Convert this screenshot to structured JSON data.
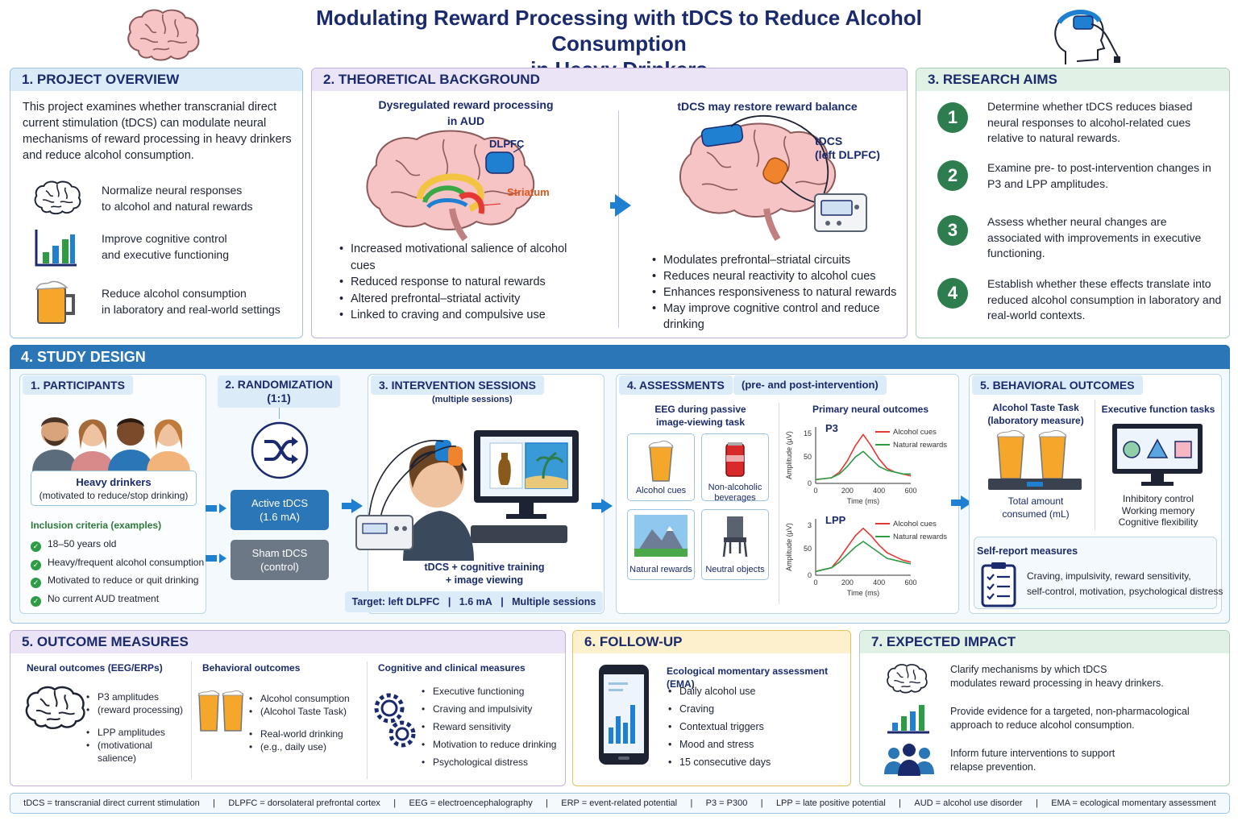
{
  "title_line1": "Modulating Reward Processing with tDCS to Reduce Alcohol Consumption",
  "title_line2": "in Heavy Drinkers",
  "overview": {
    "heading": "1.  PROJECT OVERVIEW",
    "intro": "This project examines whether transcranial direct current stimulation (tDCS) can modulate neural mechanisms of reward processing in heavy drinkers and reduce alcohol consumption.",
    "items": [
      {
        "line1": "Normalize neural responses",
        "line2": "to alcohol and natural rewards",
        "icon": "brain-icon"
      },
      {
        "line1": "Improve cognitive control",
        "line2": "and executive functioning",
        "icon": "bar-chart-icon"
      },
      {
        "line1": "Reduce alcohol consumption",
        "line2": "in laboratory and real-world settings",
        "icon": "beer-mug-icon"
      }
    ]
  },
  "background": {
    "heading": "2.  THEORETICAL BACKGROUND",
    "left_title": "Dysregulated reward processing in AUD",
    "dlpfc_label": "DLPFC",
    "striatum_label": "Striatum",
    "left_bullets": [
      "Increased motivational salience of alcohol cues",
      "Reduced response to natural rewards",
      "Altered prefrontal–striatal activity",
      "Linked to craving and compulsive use"
    ],
    "right_title": "tDCS may restore reward balance",
    "tdcs_label_1": "tDCS",
    "tdcs_label_2": "(left DLPFC)",
    "right_bullets": [
      "Modulates prefrontal–striatal circuits",
      "Reduces neural reactivity to alcohol cues",
      "Enhances responsiveness to natural rewards",
      "May improve cognitive control and reduce drinking"
    ]
  },
  "aims": {
    "heading": "3.  RESEARCH AIMS",
    "items": [
      {
        "num": "1",
        "text": "Determine whether tDCS reduces biased neural responses to alcohol-related cues relative to natural rewards."
      },
      {
        "num": "2",
        "text": "Examine pre- to post-intervention changes in P3 and LPP amplitudes."
      },
      {
        "num": "3",
        "text": "Assess whether neural changes are associated with improvements in executive functioning."
      },
      {
        "num": "4",
        "text": "Establish whether these effects translate into reduced alcohol consumption in laboratory and real-world contexts."
      }
    ]
  },
  "design": {
    "heading": "4.  STUDY DESIGN",
    "participants": {
      "heading": "1.  PARTICIPANTS",
      "label1": "Heavy drinkers",
      "label2": "(motivated to reduce/stop drinking)",
      "criteria_title": "Inclusion criteria (examples)",
      "criteria": [
        "18–50 years old",
        "Heavy/frequent alcohol consumption",
        "Motivated to reduce or quit drinking",
        "No current AUD treatment"
      ]
    },
    "randomization": {
      "heading1": "2.  RANDOMIZATION",
      "heading2": "(1:1)",
      "active1": "Active tDCS",
      "active2": "(1.6 mA)",
      "sham1": "Sham tDCS",
      "sham2": "(control)"
    },
    "intervention": {
      "heading": "3.  INTERVENTION SESSIONS",
      "subheading": "(multiple sessions)",
      "caption1": "tDCS + cognitive training",
      "caption2": "+ image viewing",
      "target": "Target: left DLPFC",
      "current": "1.6 mA",
      "sessions": "Multiple sessions",
      "separator": "|"
    },
    "assessments": {
      "heading": "4.  ASSESSMENTS",
      "heading_note": "(pre- and post-intervention)",
      "eeg_title1": "EEG during passive",
      "eeg_title2": "image-viewing task",
      "cards": [
        "Alcohol cues",
        "Non-alcoholic beverages",
        "Natural rewards",
        "Neutral objects"
      ],
      "neural_title": "Primary neural outcomes"
    },
    "behavioral": {
      "heading": "5.  BEHAVIORAL OUTCOMES",
      "taste_title1": "Alcohol Taste Task",
      "taste_title2": "(laboratory measure)",
      "taste_caption1": "Total amount",
      "taste_caption2": "consumed (mL)",
      "exec_title": "Executive function tasks",
      "exec_items": [
        "Inhibitory control",
        "Working memory",
        "Cognitive flexibility"
      ],
      "self_title": "Self-report measures",
      "self_text1": "Craving, impulsivity, reward sensitivity,",
      "self_text2": "self-control, motivation, psychological distress"
    }
  },
  "chart_data": [
    {
      "type": "line",
      "title": "P3",
      "ylabel": "Amplitude (µV)",
      "xlabel": "Time (ms)",
      "xticks": [
        "0",
        "200",
        "400",
        "600"
      ],
      "yticks": [
        "15",
        "50",
        "0"
      ],
      "xlim": [
        0,
        600
      ],
      "ylim": [
        0,
        15
      ],
      "grid": false,
      "legend": "top-right",
      "series": [
        {
          "name": "Alcohol cues",
          "color": "#e53935",
          "x": [
            0,
            100,
            150,
            200,
            250,
            300,
            350,
            400,
            450,
            500,
            550,
            600
          ],
          "y": [
            1,
            1.5,
            3,
            6,
            10,
            13,
            10,
            6.5,
            4,
            3,
            2.5,
            2
          ]
        },
        {
          "name": "Natural rewards",
          "color": "#2e9b45",
          "x": [
            0,
            100,
            150,
            200,
            250,
            300,
            350,
            400,
            450,
            500,
            550,
            600
          ],
          "y": [
            1,
            1.5,
            2.5,
            4.5,
            7,
            8.5,
            6.5,
            4.5,
            3.5,
            3,
            2.5,
            2.5
          ]
        }
      ]
    },
    {
      "type": "line",
      "title": "LPP",
      "ylabel": "Amplitude (µV)",
      "xlabel": "Time (ms)",
      "xticks": [
        "0",
        "200",
        "400",
        "600"
      ],
      "yticks": [
        "3",
        "50",
        "0"
      ],
      "xlim": [
        0,
        600
      ],
      "ylim": [
        0,
        3
      ],
      "grid": false,
      "legend": "top-right",
      "series": [
        {
          "name": "Alcohol cues",
          "color": "#e53935",
          "x": [
            0,
            100,
            150,
            200,
            250,
            300,
            350,
            400,
            450,
            500,
            550,
            600
          ],
          "y": [
            0.2,
            0.4,
            0.9,
            1.5,
            2.1,
            2.5,
            2.1,
            1.6,
            1.2,
            1.0,
            0.8,
            0.7
          ]
        },
        {
          "name": "Natural rewards",
          "color": "#2e9b45",
          "x": [
            0,
            100,
            150,
            200,
            250,
            300,
            350,
            400,
            450,
            500,
            550,
            600
          ],
          "y": [
            0.2,
            0.4,
            0.7,
            1.1,
            1.5,
            1.8,
            1.5,
            1.2,
            0.9,
            0.8,
            0.7,
            0.6
          ]
        }
      ]
    }
  ],
  "outcomes": {
    "heading": "5.  OUTCOME MEASURES",
    "neural_title": "Neural outcomes (EEG/ERPs)",
    "neural_items": [
      [
        "P3 amplitudes",
        "(reward processing)"
      ],
      [
        "LPP amplitudes",
        "(motivational salience)"
      ]
    ],
    "behav_title": "Behavioral outcomes",
    "behav_items": [
      [
        "Alcohol consumption",
        "(Alcohol Taste Task)"
      ],
      [
        "Real-world drinking",
        "(e.g., daily use)"
      ]
    ],
    "clinical_title": "Cognitive and clinical measures",
    "clinical_items": [
      "Executive functioning",
      "Craving and impulsivity",
      "Reward sensitivity",
      "Motivation to reduce drinking",
      "Psychological distress"
    ]
  },
  "followup": {
    "heading": "6.  FOLLOW-UP",
    "ema_title": "Ecological momentary assessment (EMA)",
    "items": [
      "Daily alcohol use",
      "Craving",
      "Contextual triggers",
      "Mood and stress",
      "15 consecutive days"
    ]
  },
  "impact": {
    "heading": "7.  EXPECTED IMPACT",
    "items": [
      {
        "line1": "Clarify mechanisms by which tDCS",
        "line2": "modulates reward processing in heavy drinkers."
      },
      {
        "line1": "Provide evidence for a targeted, non-pharmacological",
        "line2": "approach to reduce alcohol consumption."
      },
      {
        "line1": "Inform future interventions to support",
        "line2": "relapse prevention."
      }
    ]
  },
  "footer": [
    "tDCS = transcranial direct current stimulation",
    "DLPFC = dorsolateral prefrontal cortex",
    "EEG = electroencephalography",
    "ERP = event-related potential",
    "P3  =  P300",
    "LPP = late positive potential",
    "AUD = alcohol use disorder",
    "EMA = ecological momentary assessment"
  ],
  "colors": {
    "navy": "#1a2a6c",
    "accent_blue": "#1f7fd1",
    "green": "#2e7d4f",
    "red_series": "#e53935",
    "green_series": "#2e9b45"
  }
}
